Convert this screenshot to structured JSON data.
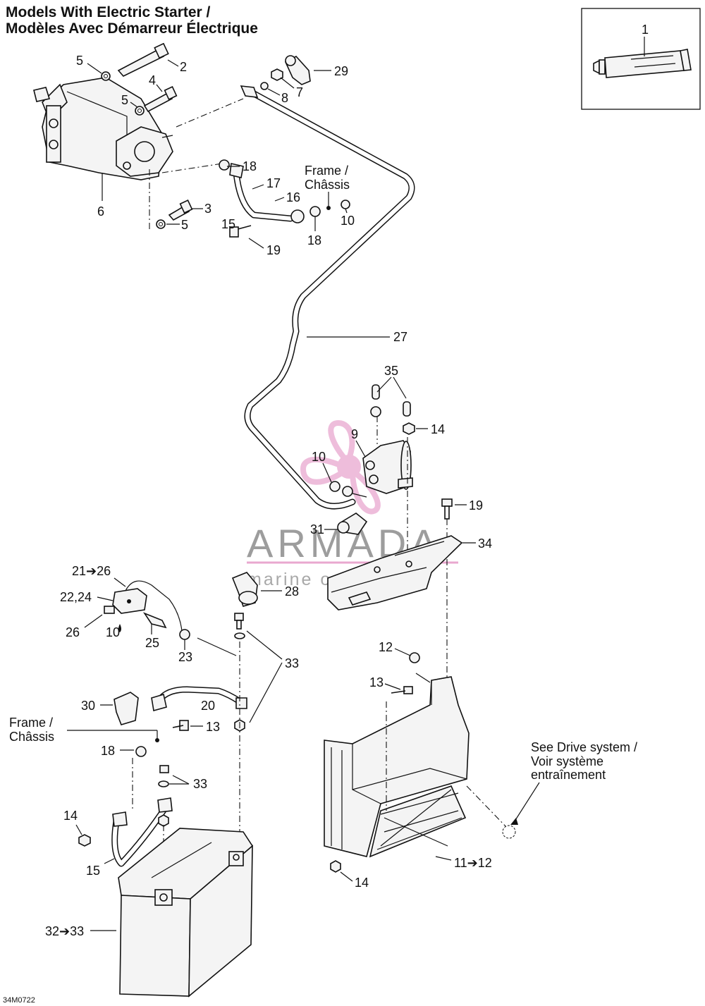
{
  "title_line1": "Models With Electric Starter /",
  "title_line2": "Modèles Avec Démarreur Électrique",
  "figure_code": "34M0722",
  "watermark": {
    "brand": "ARMADA",
    "tagline": "marine outboards",
    "color": "#e9a8cf"
  },
  "notes": {
    "frame_top_1": "Frame /",
    "frame_top_2": "Châssis",
    "frame_left_1": "Frame /",
    "frame_left_2": "Châssis",
    "drive_1": "See Drive system /",
    "drive_2": "Voir système",
    "drive_3": "entraînement"
  },
  "callouts": {
    "c1": "1",
    "c2": "2",
    "c3": "3",
    "c4": "4",
    "c5a": "5",
    "c5b": "5",
    "c5c": "5",
    "c6": "6",
    "c7": "7",
    "c8": "8",
    "c9": "9",
    "c10a": "10",
    "c10b": "10",
    "c11": "11➔12",
    "c12": "12",
    "c13a": "13",
    "c13b": "13",
    "c14a": "14",
    "c14b": "14",
    "c14c": "14",
    "c15a": "15",
    "c15b": "15",
    "c16": "16",
    "c17": "17",
    "c18a": "18",
    "c18b": "18",
    "c18c": "18",
    "c19a": "19",
    "c19b": "19",
    "c20": "20",
    "c21": "21➔26",
    "c22": "22,24",
    "c23": "23",
    "c25": "25",
    "c26": "26",
    "c10drop": "10",
    "c27": "27",
    "c28": "28",
    "c29": "29",
    "c30": "30",
    "c31": "31",
    "c32": "32➔33",
    "c33a": "33",
    "c33b": "33",
    "c34": "34",
    "c35": "35"
  }
}
